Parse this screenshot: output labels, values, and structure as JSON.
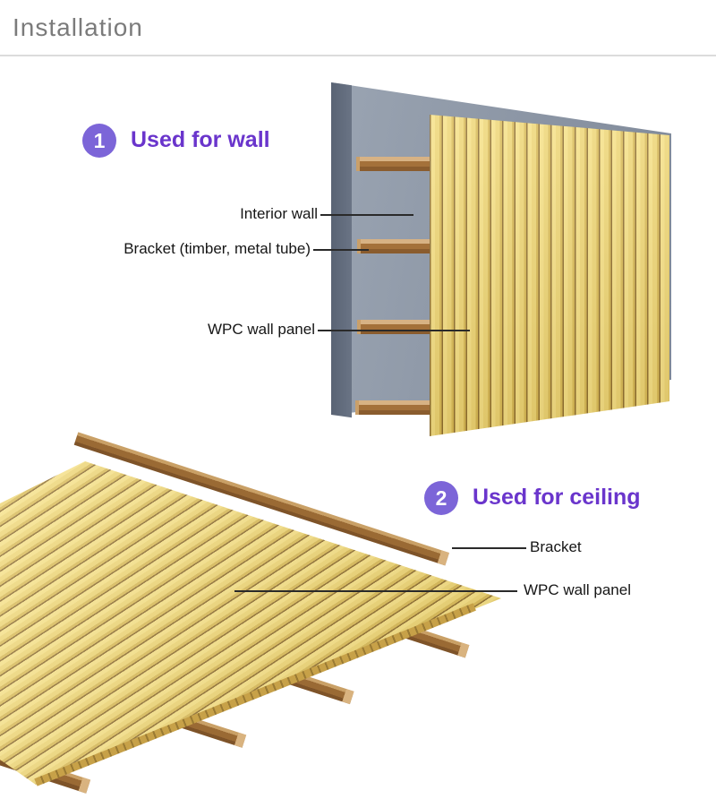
{
  "page": {
    "title": "Installation"
  },
  "wall": {
    "badge": "1",
    "title": "Used for wall",
    "labels": {
      "interior_wall": "Interior wall",
      "bracket": "Bracket (timber, metal tube)",
      "panel": "WPC wall panel"
    }
  },
  "ceiling": {
    "badge": "2",
    "title": "Used for ceiling",
    "labels": {
      "bracket": "Bracket",
      "panel": "WPC wall panel"
    }
  },
  "colors": {
    "accent_purple": "#6a35cc",
    "badge_purple": "#7c65d8",
    "panel_yellow": "#f0d87a",
    "panel_gap_brown": "#8a6a2e",
    "bracket_brown": "#9a6a34",
    "wall_gray": "#8e98a6",
    "wall_edge_gray": "#5f6a7b",
    "heading_gray": "#7b7b7b",
    "label_text": "#161616"
  }
}
